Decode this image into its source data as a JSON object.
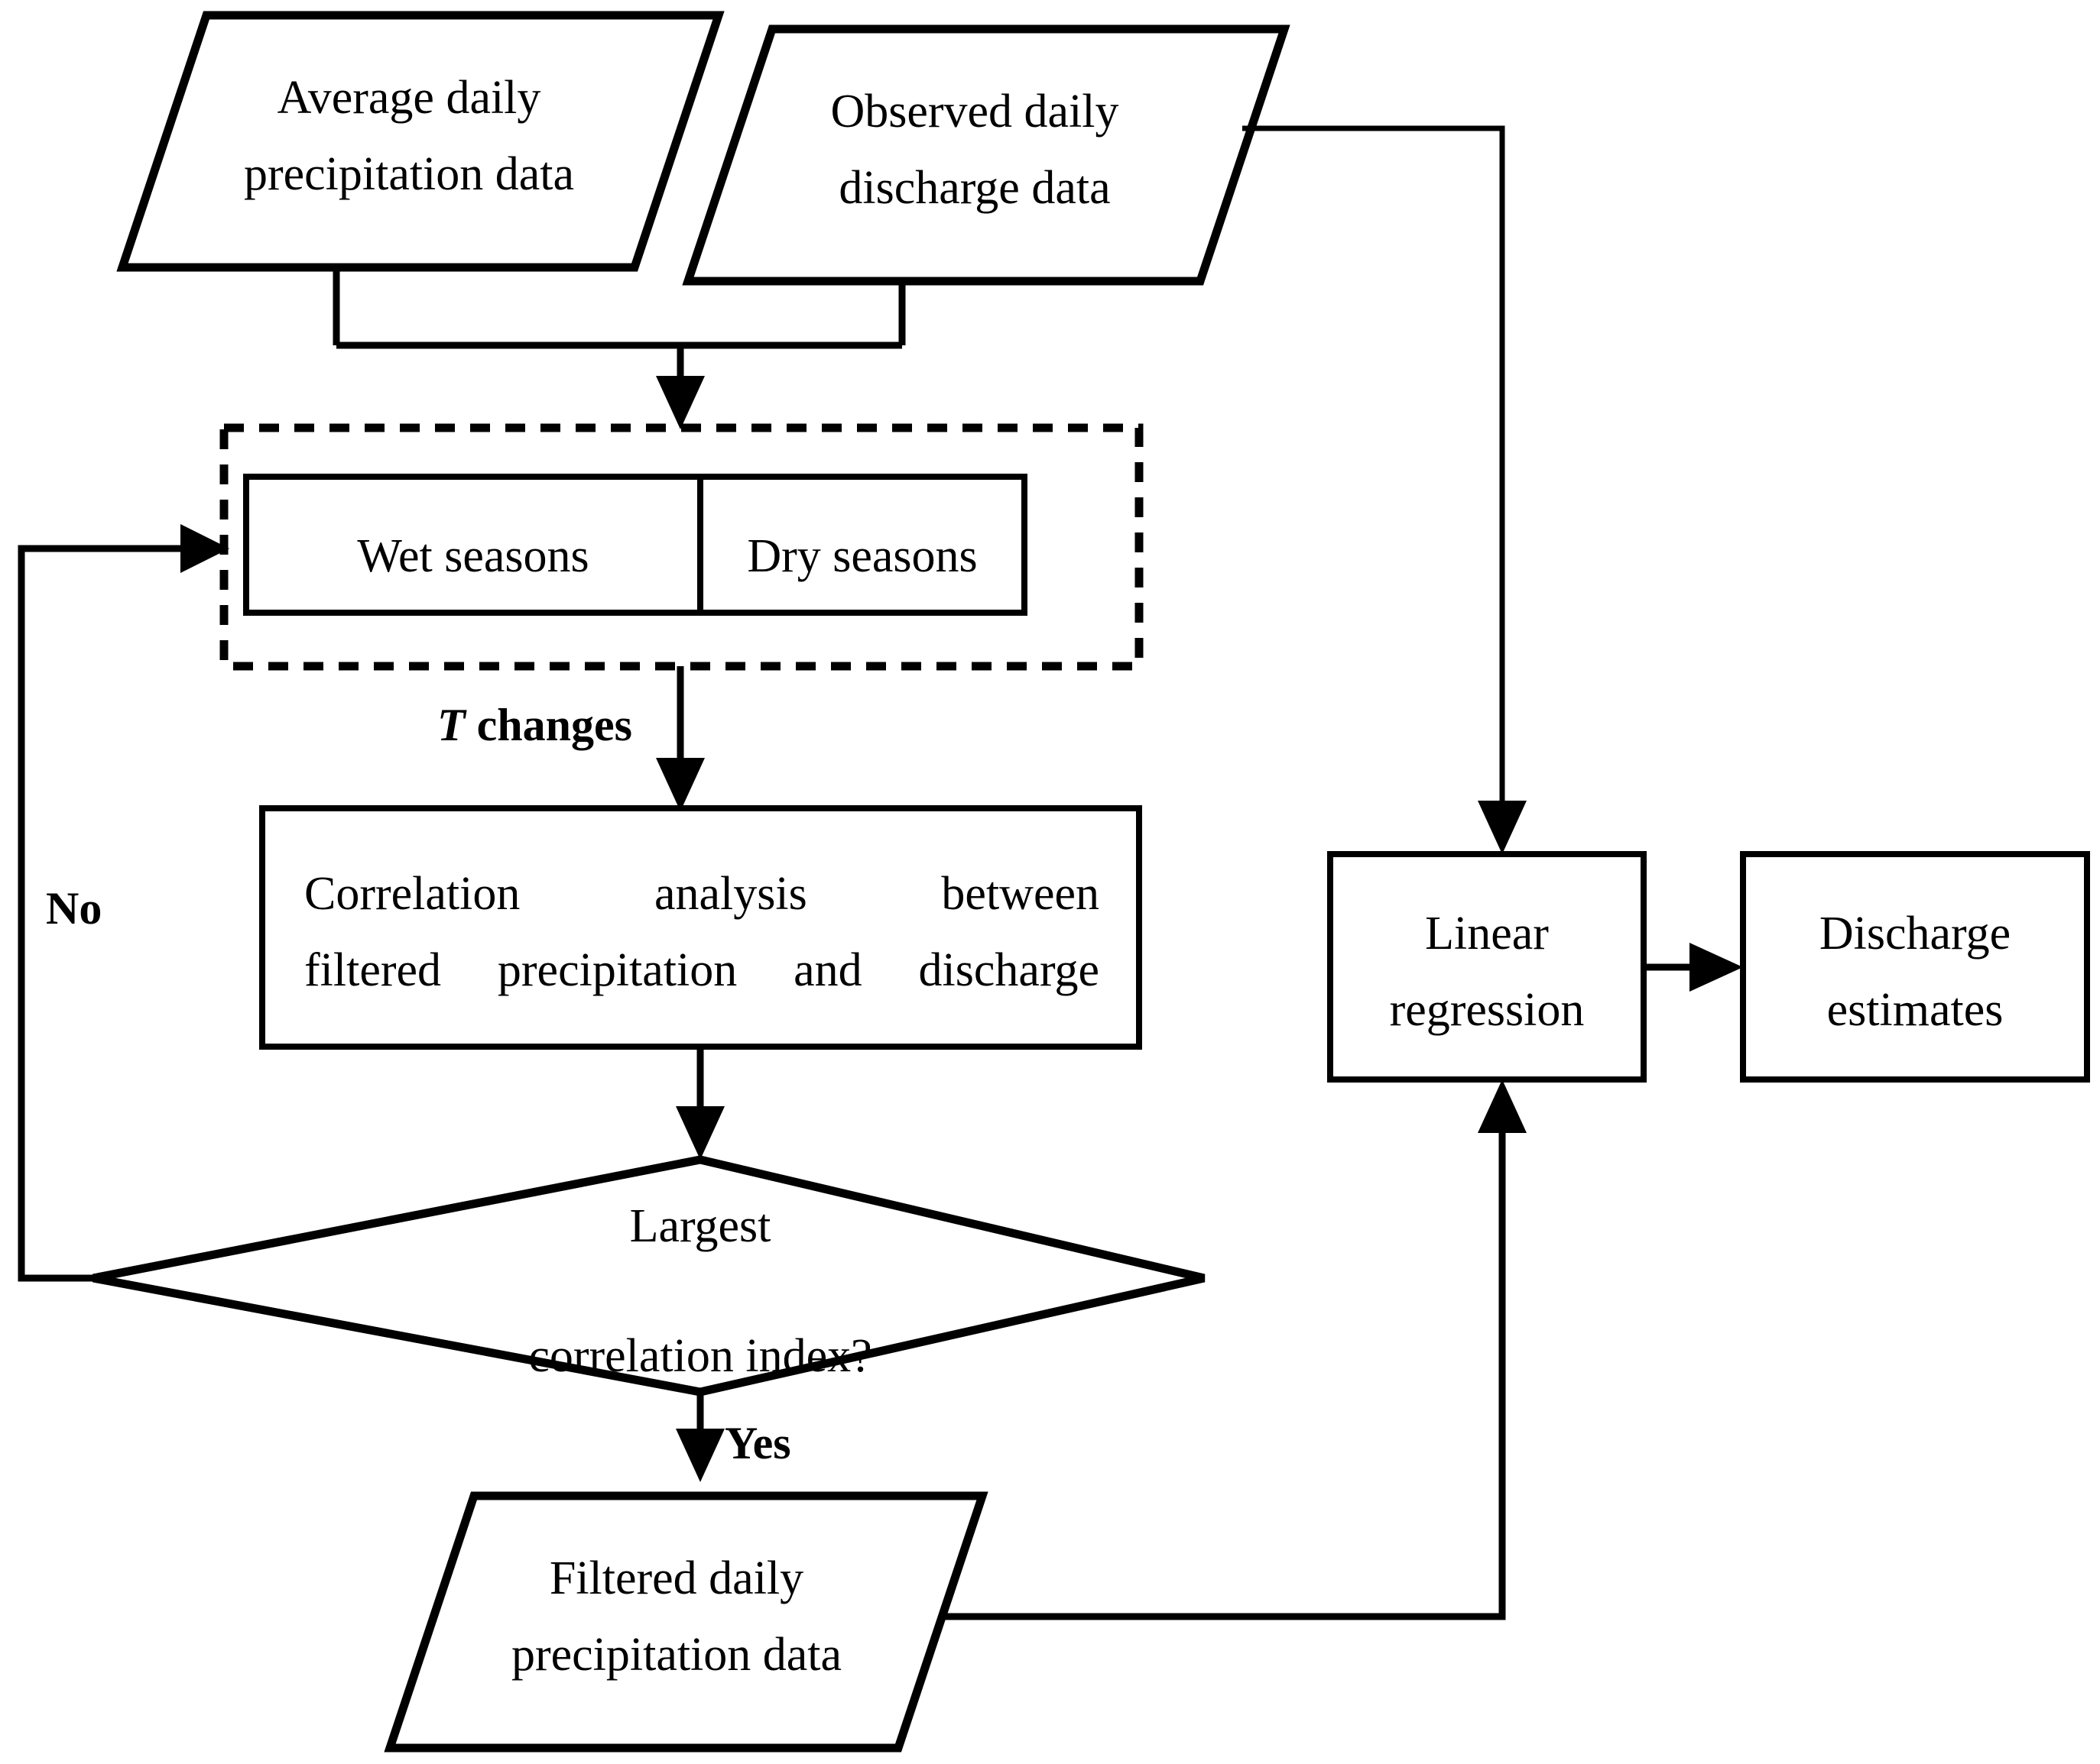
{
  "diagram": {
    "type": "flowchart",
    "title": "Discharge estimation flowchart",
    "nodes": {
      "avg_precip": {
        "shape": "parallelogram",
        "line1": "Average daily",
        "line2": "precipitation data"
      },
      "obs_discharge": {
        "shape": "parallelogram",
        "line1": "Observed daily",
        "line2": "discharge data"
      },
      "seasons_group": {
        "shape": "dashed-container"
      },
      "wet_seasons": {
        "shape": "rectangle",
        "label": "Wet seasons"
      },
      "dry_seasons": {
        "shape": "rectangle",
        "label": "Dry seasons"
      },
      "correlation": {
        "shape": "rectangle",
        "line1": "Correlation analysis between",
        "line2": "filtered precipitation and discharge"
      },
      "decision": {
        "shape": "diamond",
        "line1": "Largest",
        "line2": "correlation index?"
      },
      "filtered_precip": {
        "shape": "parallelogram",
        "line1": "Filtered daily",
        "line2": "precipitation data"
      },
      "linear_regression": {
        "shape": "rectangle",
        "line1": "Linear",
        "line2": "regression"
      },
      "discharge_estimates": {
        "shape": "rectangle",
        "line1": "Discharge",
        "line2": "estimates"
      }
    },
    "edge_labels": {
      "t_changes_symbol": "T",
      "t_changes_word": " changes",
      "no": "No",
      "yes": "Yes"
    },
    "colors": {
      "stroke": "#000000",
      "fill": "#ffffff",
      "background": "#ffffff"
    }
  }
}
